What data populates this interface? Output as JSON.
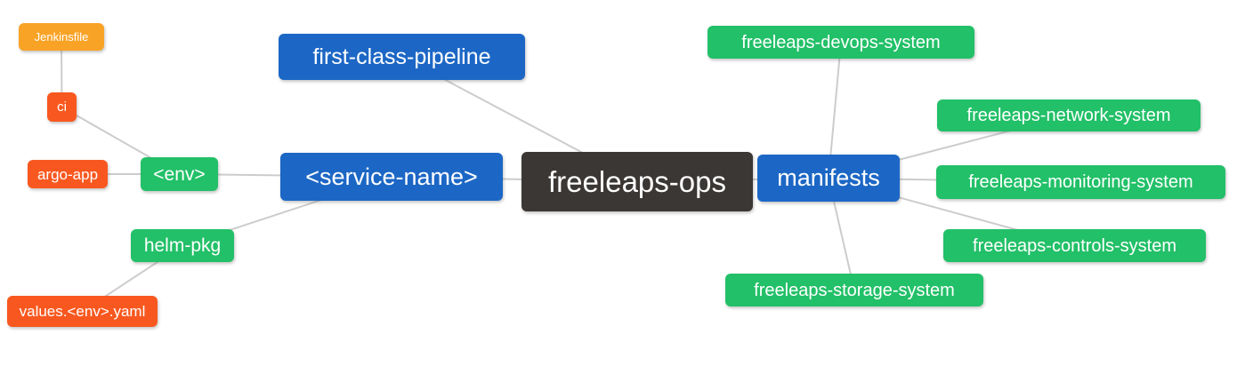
{
  "diagram": {
    "title": "freeleaps-ops repository mind map",
    "background": "#ffffff",
    "edge_color": "#cccccc",
    "palette": {
      "blue": "#1c67c5",
      "green": "#22c068",
      "orange": "#f9a326",
      "red_orange": "#f8581f",
      "dark": "#3b3734",
      "text": "#ffffff"
    },
    "nodes": [
      {
        "id": "jenkinsfile",
        "label": "Jenkinsfile",
        "color": "orange"
      },
      {
        "id": "ci",
        "label": "ci",
        "color": "red_orange"
      },
      {
        "id": "argo-app",
        "label": "argo-app",
        "color": "red_orange"
      },
      {
        "id": "env",
        "label": "<env>",
        "color": "green"
      },
      {
        "id": "helm-pkg",
        "label": "helm-pkg",
        "color": "green"
      },
      {
        "id": "values-env-yaml",
        "label": "values.<env>.yaml",
        "color": "red_orange"
      },
      {
        "id": "first-class-pipeline",
        "label": "first-class-pipeline",
        "color": "blue"
      },
      {
        "id": "service-name",
        "label": "<service-name>",
        "color": "blue"
      },
      {
        "id": "freeleaps-ops",
        "label": "freeleaps-ops",
        "color": "dark"
      },
      {
        "id": "manifests",
        "label": "manifests",
        "color": "blue"
      },
      {
        "id": "freeleaps-devops-system",
        "label": "freeleaps-devops-system",
        "color": "green"
      },
      {
        "id": "freeleaps-network-system",
        "label": "freeleaps-network-system",
        "color": "green"
      },
      {
        "id": "freeleaps-monitoring-system",
        "label": "freeleaps-monitoring-system",
        "color": "green"
      },
      {
        "id": "freeleaps-controls-system",
        "label": "freeleaps-controls-system",
        "color": "green"
      },
      {
        "id": "freeleaps-storage-system",
        "label": "freeleaps-storage-system",
        "color": "green"
      }
    ],
    "edges": [
      [
        "jenkinsfile",
        "ci"
      ],
      [
        "ci",
        "env"
      ],
      [
        "argo-app",
        "env"
      ],
      [
        "env",
        "service-name"
      ],
      [
        "helm-pkg",
        "service-name"
      ],
      [
        "values-env-yaml",
        "helm-pkg"
      ],
      [
        "first-class-pipeline",
        "freeleaps-ops"
      ],
      [
        "service-name",
        "freeleaps-ops"
      ],
      [
        "freeleaps-ops",
        "manifests"
      ],
      [
        "manifests",
        "freeleaps-devops-system"
      ],
      [
        "manifests",
        "freeleaps-network-system"
      ],
      [
        "manifests",
        "freeleaps-monitoring-system"
      ],
      [
        "manifests",
        "freeleaps-controls-system"
      ],
      [
        "manifests",
        "freeleaps-storage-system"
      ]
    ]
  }
}
